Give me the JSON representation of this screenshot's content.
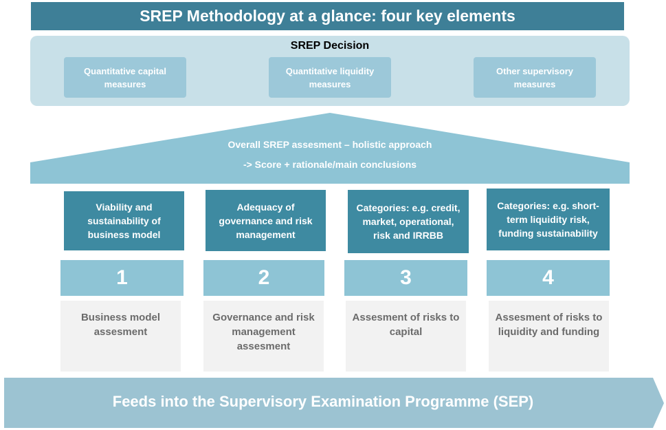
{
  "title": "SREP Methodology at a glance: four key elements",
  "decision": {
    "title": "SREP Decision",
    "measures": [
      "Quantitative capital measures",
      "Quantitative liquidity measures",
      "Other supervisory measures"
    ]
  },
  "overall": {
    "line1": "Overall SREP assesment – holistic approach",
    "line2": "-> Score + rationale/main conclusions"
  },
  "pillars": [
    {
      "category": "Viability and sustainability of business model",
      "number": "1",
      "assessment": "Business model assesment"
    },
    {
      "category": "Adequacy of governance and risk management",
      "number": "2",
      "assessment": "Governance and risk management assesment"
    },
    {
      "category": "Categories: e.g. credit, market, operational, risk and IRRBB",
      "number": "3",
      "assessment": "Assesment of risks to capital"
    },
    {
      "category": "Categories: e.g. short-term liquidity risk, funding sustainability",
      "number": "4",
      "assessment": "Assesment of risks to liquidity and funding"
    }
  ],
  "footer": "Feeds into the Supervisory Examination Programme (SEP)",
  "colors": {
    "dark_teal": "#3e7f97",
    "mid_teal": "#3e8aa1",
    "light_blue": "#8ec4d5",
    "pale_blue": "#c8e0e8",
    "grey_box": "#f2f2f2"
  }
}
